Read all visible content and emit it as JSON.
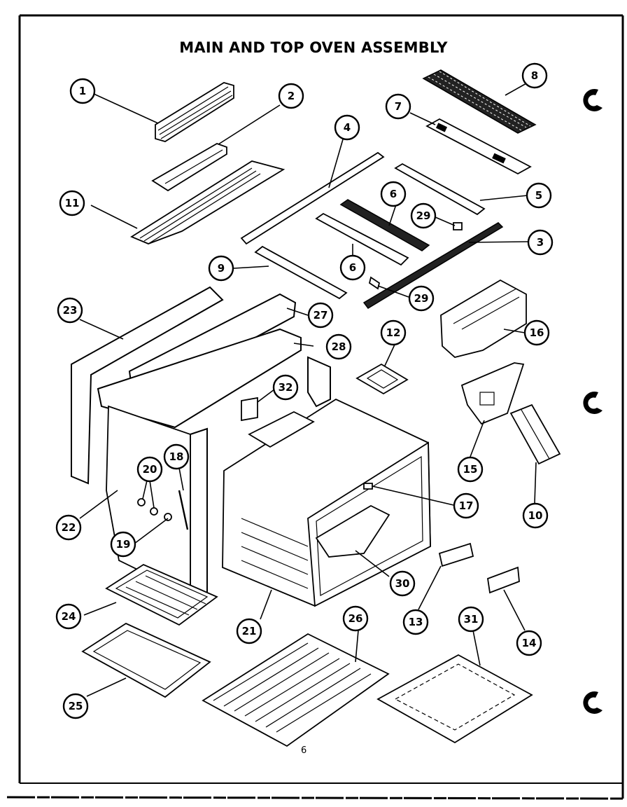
{
  "title": "MAIN AND TOP OVEN ASSEMBLY",
  "page_number": "6",
  "callouts": [
    "1",
    "2",
    "3",
    "4",
    "5",
    "6",
    "6",
    "7",
    "8",
    "9",
    "10",
    "11",
    "12",
    "13",
    "14",
    "15",
    "16",
    "17",
    "18",
    "19",
    "20",
    "21",
    "22",
    "23",
    "24",
    "25",
    "26",
    "27",
    "28",
    "29",
    "29",
    "30",
    "31",
    "32"
  ]
}
